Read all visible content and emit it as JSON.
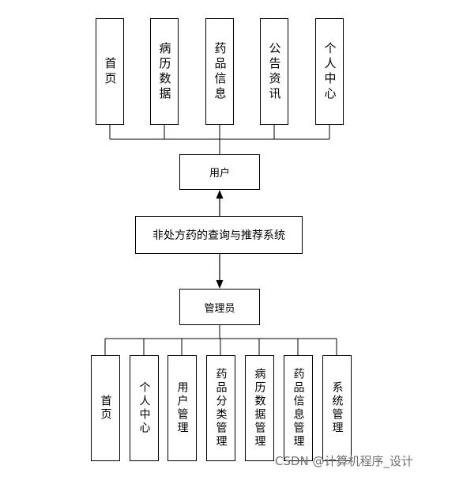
{
  "diagram": {
    "top_modules": [
      "首页",
      "病历数据",
      "药品信息",
      "公告资讯",
      "个人中心"
    ],
    "user_node": "用户",
    "system_node": "非处方药的查询与推荐系统",
    "admin_node": "管理员",
    "bottom_modules": [
      "首页",
      "个人中心",
      "用户管理",
      "药品分类管理",
      "病历数据管理",
      "药品信息管理",
      "系统管理"
    ]
  },
  "watermark": "CSDN @计算机程序_设计"
}
